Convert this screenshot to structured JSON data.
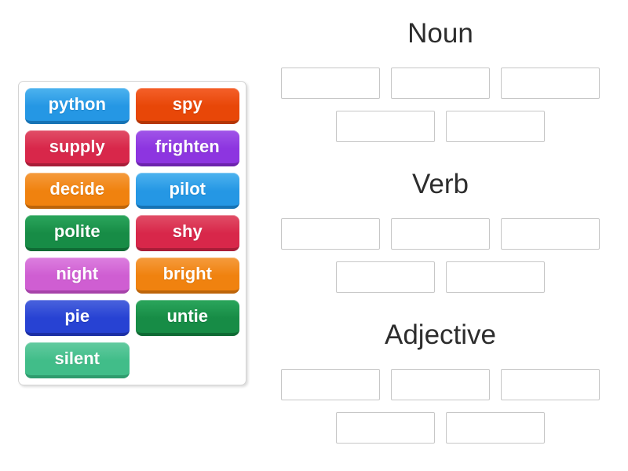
{
  "page": {
    "background": "#ffffff",
    "title_color": "#2d2d2d",
    "slot_border_color": "#c7c7c7",
    "slot_fill": "#ffffff"
  },
  "word_bank": {
    "tiles": [
      {
        "label": "python",
        "color_light": "#4db3ef",
        "color_base": "#2597e4",
        "color_dark": "#1673b5"
      },
      {
        "label": "spy",
        "color_light": "#f4602a",
        "color_base": "#e84708",
        "color_dark": "#b53605"
      },
      {
        "label": "supply",
        "color_light": "#e14e67",
        "color_base": "#d8274a",
        "color_dark": "#a81d38"
      },
      {
        "label": "frighten",
        "color_light": "#a055e8",
        "color_base": "#8d35e0",
        "color_dark": "#6c23ad"
      },
      {
        "label": "decide",
        "color_light": "#f59b3d",
        "color_base": "#f0820f",
        "color_dark": "#bd650a"
      },
      {
        "label": "pilot",
        "color_light": "#4db3ef",
        "color_base": "#2597e4",
        "color_dark": "#1673b5"
      },
      {
        "label": "polite",
        "color_light": "#2ba65c",
        "color_base": "#178c46",
        "color_dark": "#0f6b34"
      },
      {
        "label": "shy",
        "color_light": "#e14e67",
        "color_base": "#d8274a",
        "color_dark": "#a81d38"
      },
      {
        "label": "night",
        "color_light": "#dc7fdf",
        "color_base": "#cf5ed2",
        "color_dark": "#a643a9"
      },
      {
        "label": "bright",
        "color_light": "#f59b3d",
        "color_base": "#f0820f",
        "color_dark": "#bd650a"
      },
      {
        "label": "pie",
        "color_light": "#4a63dd",
        "color_base": "#2742d3",
        "color_dark": "#1c2fa5"
      },
      {
        "label": "untie",
        "color_light": "#2ba65c",
        "color_base": "#178c46",
        "color_dark": "#0f6b34"
      },
      {
        "label": "silent",
        "color_light": "#63cba0",
        "color_base": "#41bd89",
        "color_dark": "#2f9c6e"
      }
    ]
  },
  "groups": [
    {
      "label": "Noun",
      "slot_rows": [
        3,
        2
      ]
    },
    {
      "label": "Verb",
      "slot_rows": [
        3,
        2
      ]
    },
    {
      "label": "Adjective",
      "slot_rows": [
        3,
        2
      ]
    }
  ]
}
